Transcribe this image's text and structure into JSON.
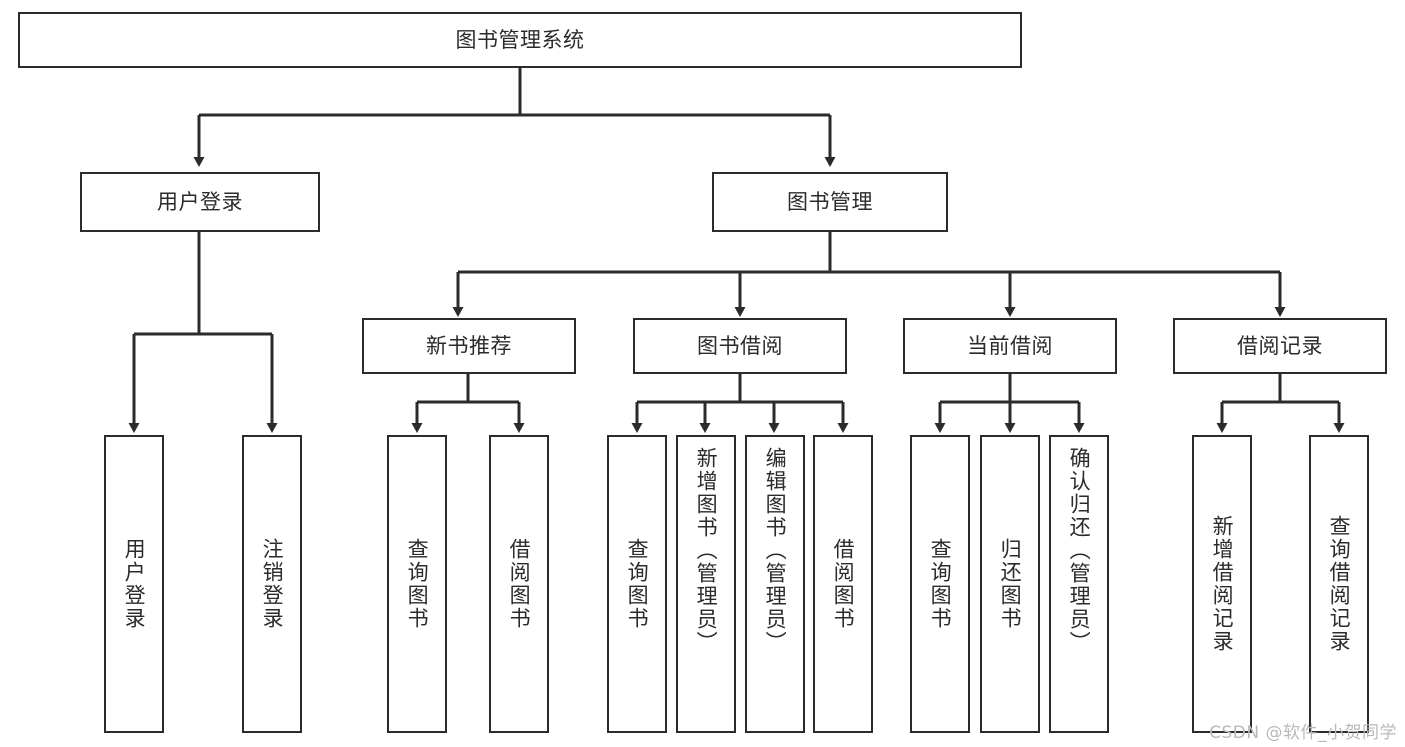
{
  "diagram": {
    "title": "图书管理系统",
    "type": "tree",
    "background": "#ffffff",
    "line_color": "#2b2b2b",
    "text_color": "#2b2b2b"
  },
  "watermark": {
    "text": "CSDN @软件_小贺同学",
    "color": "#b9b9b9"
  },
  "nodes": {
    "root": {
      "label": "图书管理系统",
      "level": 0
    },
    "user_login": {
      "label": "用户登录",
      "level": 1
    },
    "book_manage": {
      "label": "图书管理",
      "level": 1
    },
    "new_book_rec": {
      "label": "新书推荐",
      "level": 2
    },
    "book_borrow": {
      "label": "图书借阅",
      "level": 2
    },
    "current_borrow": {
      "label": "当前借阅",
      "level": 2
    },
    "borrow_record": {
      "label": "借阅记录",
      "level": 2
    },
    "leaf_user_login": {
      "label": "用户登录",
      "level": 3
    },
    "leaf_logout": {
      "label": "注销登录",
      "level": 3
    },
    "leaf_query_book_1": {
      "label": "查询图书",
      "level": 3
    },
    "leaf_borrow_book_1": {
      "label": "借阅图书",
      "level": 3
    },
    "leaf_query_book_2": {
      "label": "查询图书",
      "level": 3
    },
    "leaf_add_book": {
      "label": "新增图书（管理员）",
      "level": 3
    },
    "leaf_edit_book": {
      "label": "编辑图书（管理员）",
      "level": 3
    },
    "leaf_borrow_book_2": {
      "label": "借阅图书",
      "level": 3
    },
    "leaf_query_book_3": {
      "label": "查询图书",
      "level": 3
    },
    "leaf_return_book": {
      "label": "归还图书",
      "level": 3
    },
    "leaf_confirm_return": {
      "label": "确认归还（管理员）",
      "level": 3
    },
    "leaf_add_record": {
      "label": "新增借阅记录",
      "level": 3
    },
    "leaf_query_record": {
      "label": "查询借阅记录",
      "level": 3
    }
  },
  "edges": [
    {
      "from": "root",
      "to": "user_login"
    },
    {
      "from": "root",
      "to": "book_manage"
    },
    {
      "from": "user_login",
      "to": "leaf_user_login"
    },
    {
      "from": "user_login",
      "to": "leaf_logout"
    },
    {
      "from": "book_manage",
      "to": "new_book_rec"
    },
    {
      "from": "book_manage",
      "to": "book_borrow"
    },
    {
      "from": "book_manage",
      "to": "current_borrow"
    },
    {
      "from": "book_manage",
      "to": "borrow_record"
    },
    {
      "from": "new_book_rec",
      "to": "leaf_query_book_1"
    },
    {
      "from": "new_book_rec",
      "to": "leaf_borrow_book_1"
    },
    {
      "from": "book_borrow",
      "to": "leaf_query_book_2"
    },
    {
      "from": "book_borrow",
      "to": "leaf_add_book"
    },
    {
      "from": "book_borrow",
      "to": "leaf_edit_book"
    },
    {
      "from": "book_borrow",
      "to": "leaf_borrow_book_2"
    },
    {
      "from": "current_borrow",
      "to": "leaf_query_book_3"
    },
    {
      "from": "current_borrow",
      "to": "leaf_return_book"
    },
    {
      "from": "current_borrow",
      "to": "leaf_confirm_return"
    },
    {
      "from": "borrow_record",
      "to": "leaf_add_record"
    },
    {
      "from": "borrow_record",
      "to": "leaf_query_record"
    }
  ]
}
